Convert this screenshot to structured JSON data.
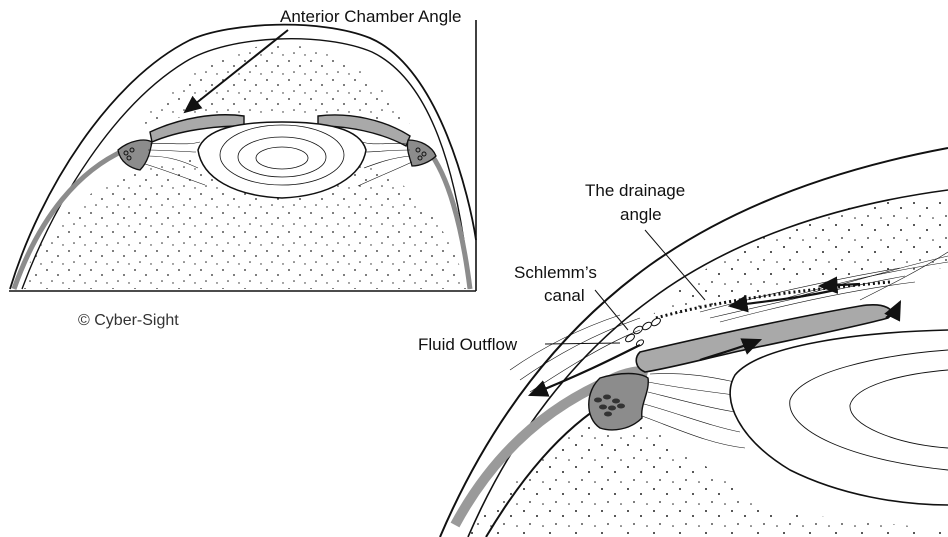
{
  "labels": {
    "anterior_chamber_angle": "Anterior Chamber Angle",
    "copyright": "© Cyber-Sight",
    "drainage_angle_line1": "The drainage",
    "drainage_angle_line2": "angle",
    "schlemms_canal_line1": "Schlemm’s",
    "schlemms_canal_line2": "canal",
    "fluid_outflow": "Fluid Outflow"
  },
  "colors": {
    "ink": "#111111",
    "iris_gray": "#a9a9a9",
    "sclera_gray": "#8c8c8c",
    "background": "#ffffff"
  }
}
